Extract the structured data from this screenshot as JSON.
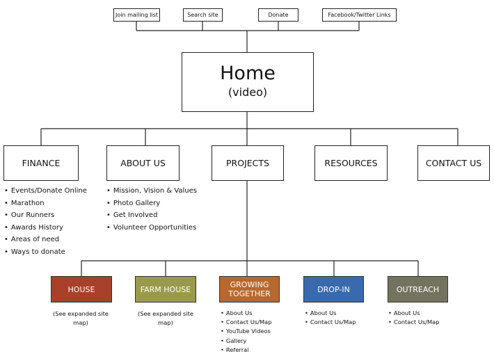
{
  "utility_links": [
    "Join mailing list",
    "Search site",
    "Donate",
    "Facebook/Twitter Links"
  ],
  "home": {
    "title": "Home",
    "subtitle": "(video)"
  },
  "sections": [
    "FINANCE",
    "ABOUT US",
    "PROJECTS",
    "RESOURCES",
    "CONTACT US"
  ],
  "finance_items": [
    "Events/Donate Online",
    "Marathon",
    "Our Runners",
    "Awards History",
    "Areas of need",
    "Ways to donate"
  ],
  "about_items": [
    "Mission, Vision & Values",
    "Photo Gallery",
    "Get Involved",
    "Volunteer Opportunities"
  ],
  "projects": [
    {
      "label": "HOUSE",
      "color": "#a8402a"
    },
    {
      "label": "FARM HOUSE",
      "color": "#9a9a4d"
    },
    {
      "label": "GROWING TOGETHER",
      "color": "#b9682d"
    },
    {
      "label": "DROP-IN",
      "color": "#3a6aac"
    },
    {
      "label": "OUTREACH",
      "color": "#74735f"
    }
  ],
  "house_note": "(See expanded site map)",
  "farm_house_note": "(See expanded site map)",
  "growing_items": [
    "About Us",
    "Contact Us/Map",
    "YouTube Videos",
    "Gallery",
    "Referral"
  ],
  "dropin_items": [
    "About Us",
    "Contact Us/Map"
  ],
  "outreach_items": [
    "About Us",
    "Contact Us/Map"
  ]
}
